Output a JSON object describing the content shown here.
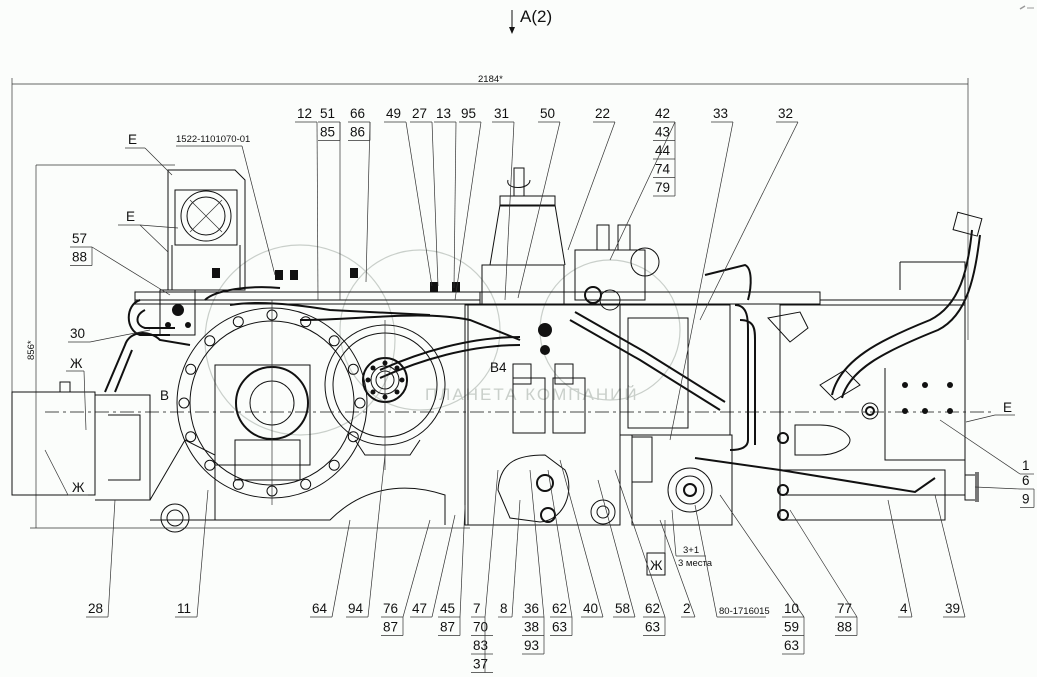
{
  "view_label": "A(2)",
  "overall_length_dimension": "2184*",
  "overall_height_dimension": "856*",
  "part_number_top": "1522-1101070-01",
  "part_number_bottom": "80-1716015",
  "section_marks": {
    "E": "E",
    "Zh": "Ж",
    "B": "В",
    "B4": "В4"
  },
  "quantity_note": {
    "value": "3+1",
    "unit": "3 места"
  },
  "watermark": "ПЛАНЕТА КОМПАНИЙ",
  "top_callouts": [
    {
      "id": "c12",
      "stack": [
        "12"
      ]
    },
    {
      "id": "c51",
      "stack": [
        "51",
        "85"
      ]
    },
    {
      "id": "c66",
      "stack": [
        "66",
        "86"
      ]
    },
    {
      "id": "c49",
      "stack": [
        "49"
      ]
    },
    {
      "id": "c27",
      "stack": [
        "27"
      ]
    },
    {
      "id": "c13",
      "stack": [
        "13"
      ]
    },
    {
      "id": "c95",
      "stack": [
        "95"
      ]
    },
    {
      "id": "c31",
      "stack": [
        "31"
      ]
    },
    {
      "id": "c50",
      "stack": [
        "50"
      ]
    },
    {
      "id": "c22",
      "stack": [
        "22"
      ]
    },
    {
      "id": "c42",
      "stack": [
        "42",
        "43",
        "44",
        "74",
        "79"
      ]
    },
    {
      "id": "c33",
      "stack": [
        "33"
      ]
    },
    {
      "id": "c32",
      "stack": [
        "32"
      ]
    }
  ],
  "left_callouts": [
    {
      "id": "c57",
      "stack": [
        "57",
        "88"
      ]
    },
    {
      "id": "c30",
      "stack": [
        "30"
      ]
    }
  ],
  "right_callouts": [
    {
      "id": "c1",
      "stack": [
        "1"
      ]
    },
    {
      "id": "c6",
      "stack": [
        "6",
        "9"
      ]
    }
  ],
  "bottom_callouts": [
    {
      "id": "c28",
      "stack": [
        "28"
      ]
    },
    {
      "id": "c11",
      "stack": [
        "11"
      ]
    },
    {
      "id": "c64",
      "stack": [
        "64"
      ]
    },
    {
      "id": "c94",
      "stack": [
        "94"
      ]
    },
    {
      "id": "c76",
      "stack": [
        "76",
        "87"
      ]
    },
    {
      "id": "c47",
      "stack": [
        "47"
      ]
    },
    {
      "id": "c45",
      "stack": [
        "45",
        "87"
      ]
    },
    {
      "id": "c7",
      "stack": [
        "7",
        "70",
        "83",
        "37"
      ]
    },
    {
      "id": "c8",
      "stack": [
        "8"
      ]
    },
    {
      "id": "c36",
      "stack": [
        "36",
        "38",
        "93"
      ]
    },
    {
      "id": "c62a",
      "stack": [
        "62",
        "63"
      ]
    },
    {
      "id": "c40",
      "stack": [
        "40"
      ]
    },
    {
      "id": "c58",
      "stack": [
        "58"
      ]
    },
    {
      "id": "c62b",
      "stack": [
        "62",
        "63"
      ]
    },
    {
      "id": "c2",
      "stack": [
        "2"
      ]
    },
    {
      "id": "c10",
      "stack": [
        "10",
        "59",
        "63"
      ]
    },
    {
      "id": "c77",
      "stack": [
        "77",
        "88"
      ]
    },
    {
      "id": "c4",
      "stack": [
        "4"
      ]
    },
    {
      "id": "c39",
      "stack": [
        "39"
      ]
    }
  ]
}
